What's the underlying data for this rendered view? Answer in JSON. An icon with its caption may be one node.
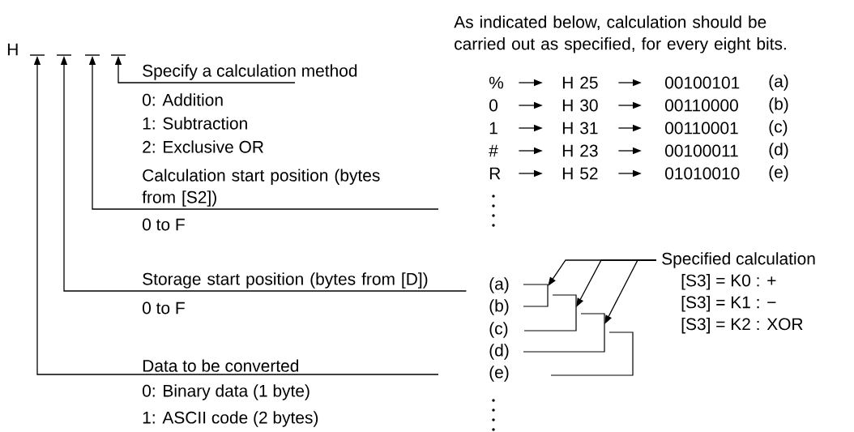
{
  "diagram": {
    "nodes": [
      {
        "text": [],
        "shape": "bar"
      },
      {
        "text": [],
        "shape": "bar"
      },
      {
        "text": [],
        "shape": "bar"
      },
      {
        "text": [],
        "shape": "bar"
      },
      {
        "text": [
          "Specify a calculation method"
        ],
        "beside": [
          "0: Addition",
          "1: Subtraction",
          "2: Exclusive OR"
        ]
      },
      {
        "text": [
          "Calculation start position (bytes from [S2])"
        ],
        "beside": [
          "0 to F"
        ]
      },
      {
        "text": [
          "Storage start position (bytes from [D])"
        ],
        "beside": [
          "0 to F"
        ]
      },
      {
        "text": [
          "Data to be converted"
        ],
        "beside": [
          "0: Binary data (1 byte)",
          "1: ASCII code (2 bytes)"
        ]
      },
      {
        "text": [
          "%"
        ]
      },
      {
        "text": [
          "H 25"
        ]
      },
      {
        "text": [
          "00100101"
        ],
        "beside": [
          "(a)"
        ]
      },
      {
        "text": [
          "0"
        ]
      },
      {
        "text": [
          "H 30"
        ]
      },
      {
        "text": [
          "00110000"
        ],
        "beside": [
          "(b)"
        ]
      },
      {
        "text": [
          "1"
        ]
      },
      {
        "text": [
          "H 31"
        ]
      },
      {
        "text": [
          "00110001"
        ],
        "beside": [
          "(c)"
        ]
      },
      {
        "text": [
          "#"
        ]
      },
      {
        "text": [
          "H 23"
        ]
      },
      {
        "text": [
          "00100011"
        ],
        "beside": [
          "(d)"
        ]
      },
      {
        "text": [
          "R"
        ]
      },
      {
        "text": [
          "H 52"
        ]
      },
      {
        "text": [
          "01010010"
        ],
        "beside": [
          "(e)"
        ]
      },
      {
        "text": [
          "Specified calculation",
          "[S3] = K0 : +",
          "[S3] = K1 : −",
          "[S3] = K2 : XOR"
        ]
      },
      {
        "text": [],
        "shape": "bracket"
      },
      {
        "text": [],
        "shape": "bracket"
      },
      {
        "text": [],
        "shape": "bracket"
      },
      {
        "text": [],
        "shape": "bracket"
      }
    ],
    "edges": [
      {
        "from": 4,
        "to": 3,
        "arrow": "to"
      },
      {
        "from": 5,
        "to": 2,
        "arrow": "to"
      },
      {
        "from": 6,
        "to": 1,
        "arrow": "to"
      },
      {
        "from": 7,
        "to": 0,
        "arrow": "to"
      },
      {
        "from": 8,
        "to": 9,
        "arrow": "to"
      },
      {
        "from": 9,
        "to": 10,
        "arrow": "to"
      },
      {
        "from": 11,
        "to": 12,
        "arrow": "to"
      },
      {
        "from": 12,
        "to": 13,
        "arrow": "to"
      },
      {
        "from": 14,
        "to": 15,
        "arrow": "to"
      },
      {
        "from": 15,
        "to": 16,
        "arrow": "to"
      },
      {
        "from": 17,
        "to": 18,
        "arrow": "to"
      },
      {
        "from": 18,
        "to": 19,
        "arrow": "to"
      },
      {
        "from": 20,
        "to": 21,
        "arrow": "to"
      },
      {
        "from": 21,
        "to": 22,
        "arrow": "to"
      },
      {
        "from": 23,
        "to": 24,
        "arrow": "to"
      },
      {
        "from": 23,
        "to": 25,
        "arrow": "to"
      },
      {
        "from": 23,
        "to": 26,
        "arrow": "to"
      }
    ],
    "labels": [
      "H",
      "As indicated below, calculation should be carried out as specified, for every eight bits.",
      "(a)",
      "(b)",
      "(c)",
      "(d)",
      "(e)"
    ]
  }
}
